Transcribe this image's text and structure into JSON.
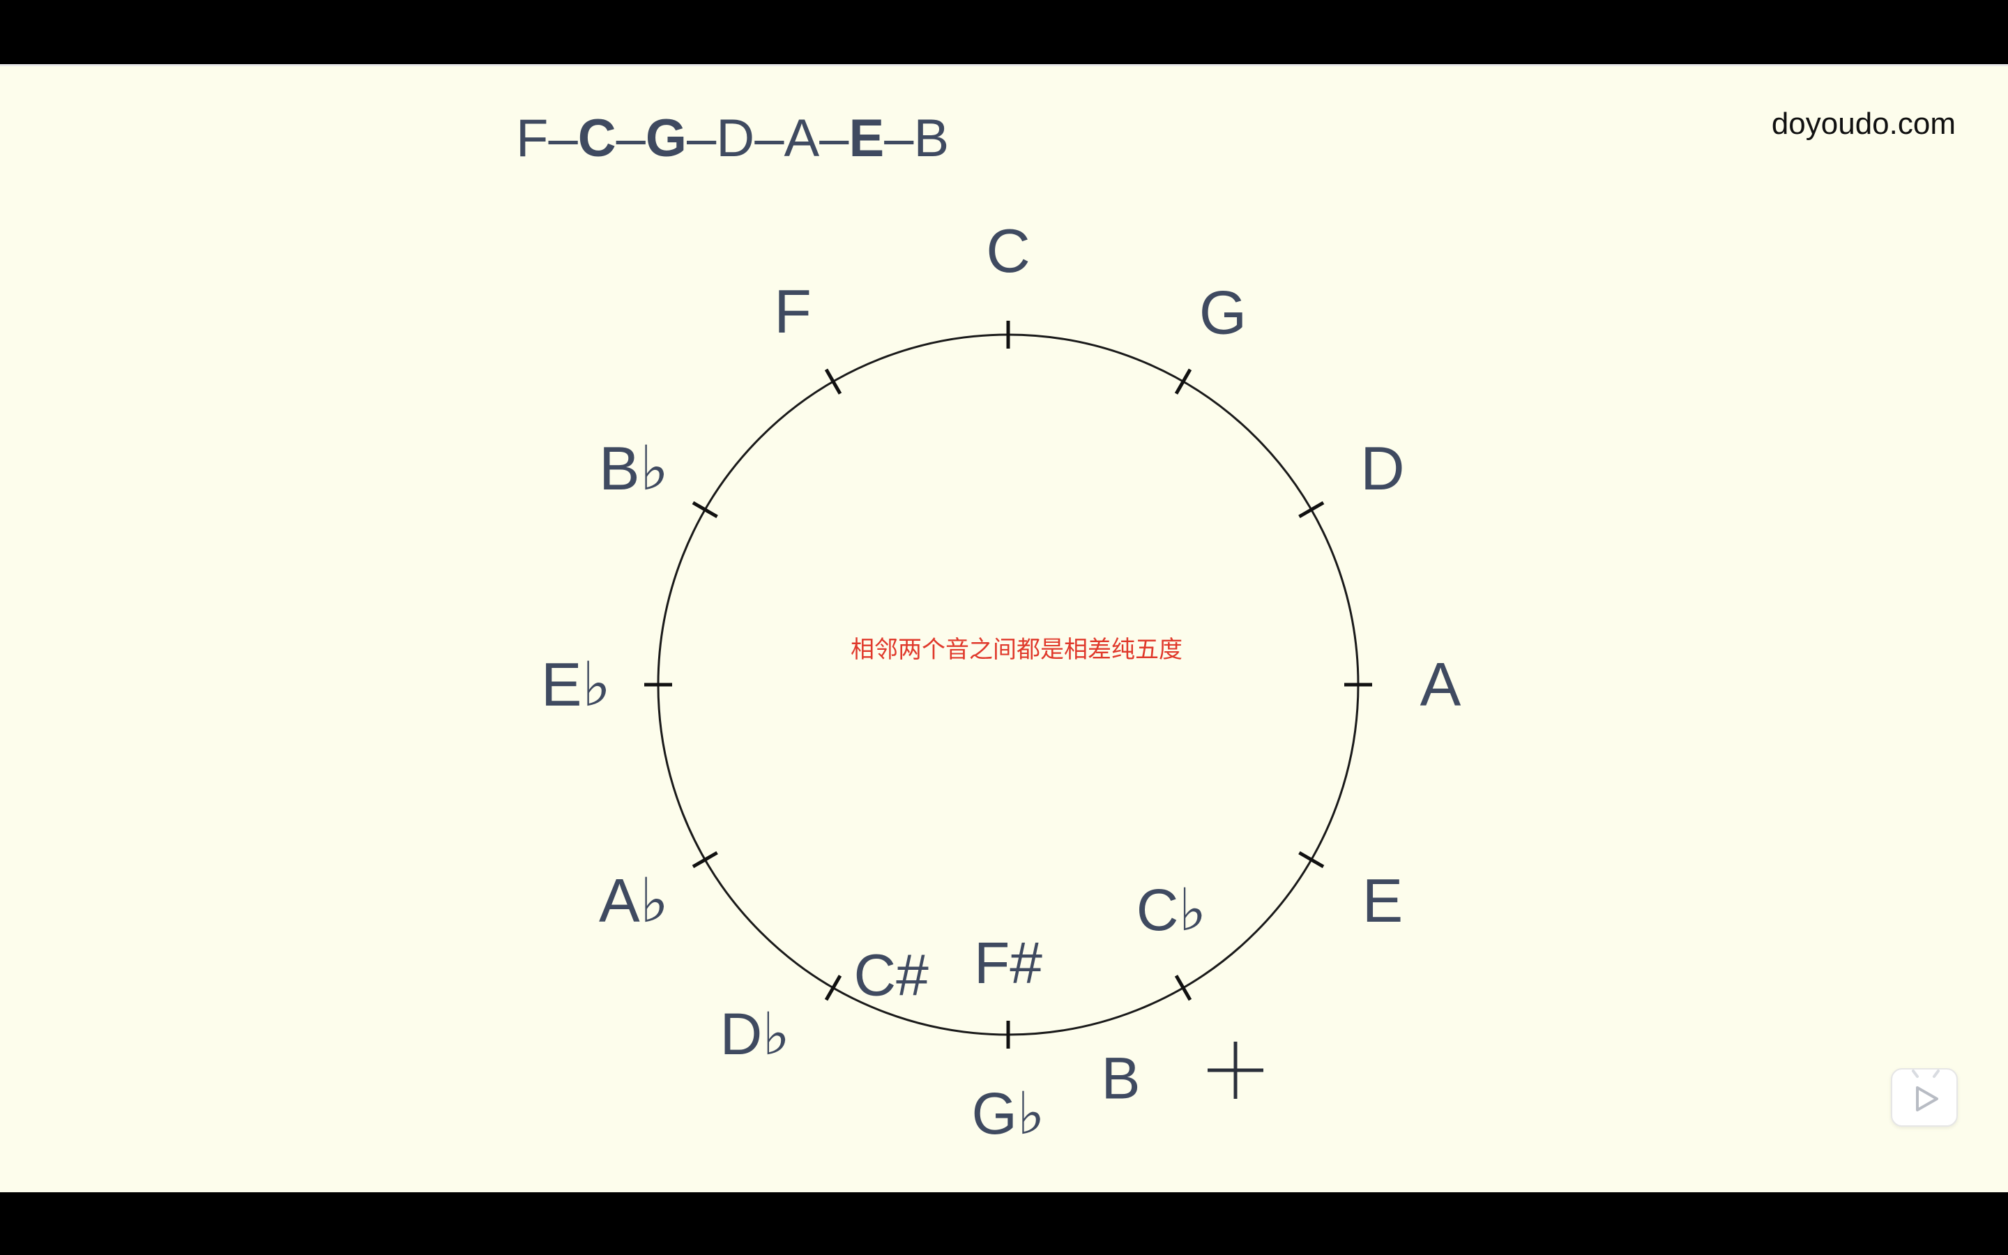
{
  "watermark": "doyoudo.com",
  "caption": "相邻两个音之间都是相差纯五度",
  "sequence": [
    "F",
    "C",
    "G",
    "D",
    "A",
    "E",
    "B"
  ],
  "sequence_separator": "–",
  "circle_of_fifths": [
    {
      "primary": "C",
      "secondary": ""
    },
    {
      "primary": "G",
      "secondary": ""
    },
    {
      "primary": "D",
      "secondary": ""
    },
    {
      "primary": "A",
      "secondary": ""
    },
    {
      "primary": "E",
      "secondary": ""
    },
    {
      "primary": "B",
      "secondary": "C♭"
    },
    {
      "primary": "F#",
      "secondary": "G♭"
    },
    {
      "primary": "C#",
      "secondary": "D♭"
    },
    {
      "primary": "A♭",
      "secondary": ""
    },
    {
      "primary": "E♭",
      "secondary": ""
    },
    {
      "primary": "B♭",
      "secondary": ""
    },
    {
      "primary": "F",
      "secondary": ""
    }
  ],
  "icons": {
    "play": "play-icon",
    "cursor": "crosshair-cursor-icon"
  },
  "colors": {
    "note_text": "#3f4a60",
    "caption": "#e0392b",
    "background": "#fdfdec"
  }
}
